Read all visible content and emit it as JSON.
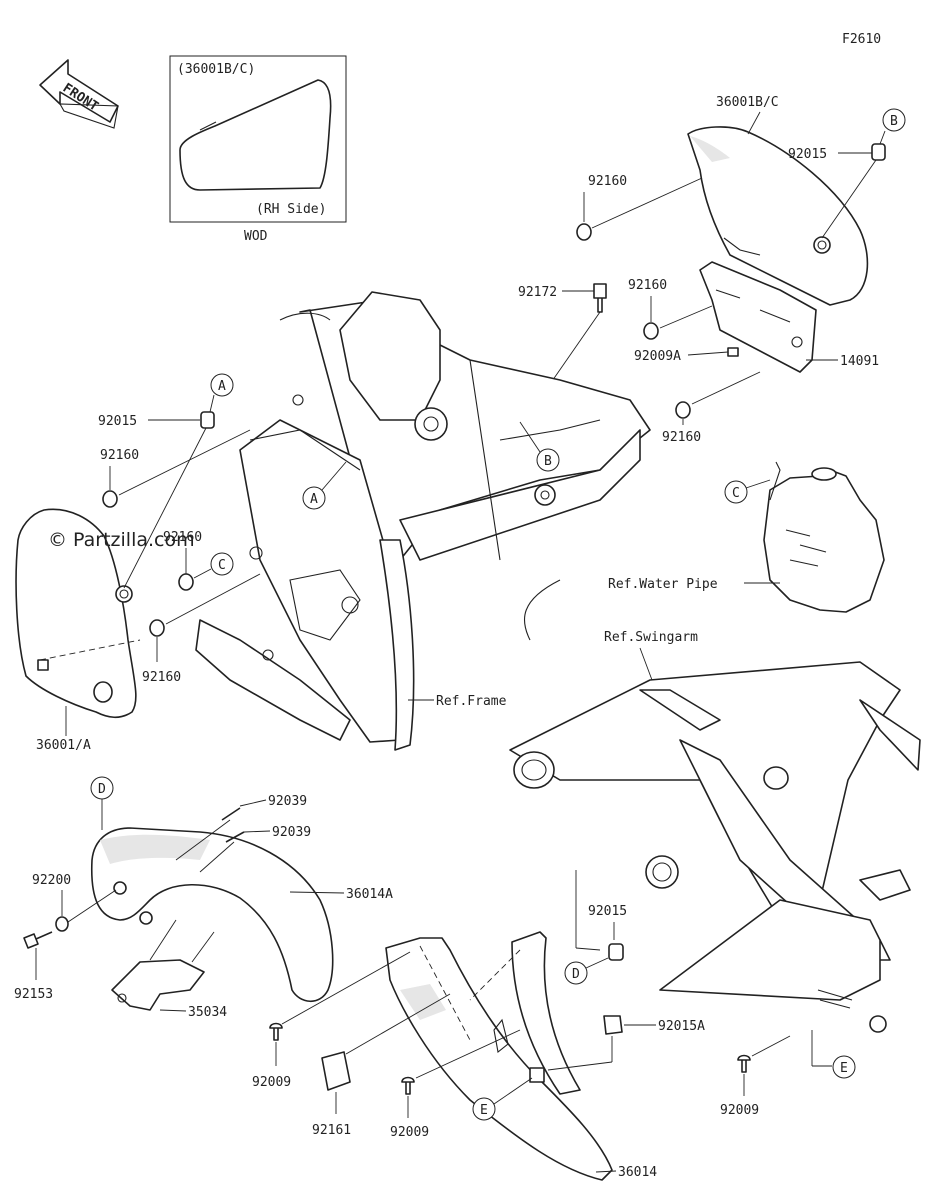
{
  "figure_code": "F2610",
  "front_arrow_text": "FRONT",
  "watermark": "© Partzilla.com",
  "inset": {
    "caption_top": "(36001B/C)",
    "caption_bottom": "(RH Side)",
    "below": "WOD"
  },
  "part_labels": {
    "p36001bc": "36001B/C",
    "p92015_top": "92015",
    "p92160_top": "92160",
    "p92172": "92172",
    "p92160_mid": "92160",
    "p92009a": "92009A",
    "p14091": "14091",
    "p92160_right": "92160",
    "p92015_left": "92015",
    "p92160_left1": "92160",
    "p92160_left2": "92160",
    "p92160_left3": "92160",
    "p36001a": "36001/A",
    "p92039_1": "92039",
    "p92039_2": "92039",
    "p92200": "92200",
    "p36014a": "36014A",
    "p92153": "92153",
    "p35034": "35034",
    "p92015_low": "92015",
    "p92015a": "92015A",
    "p92009_1": "92009",
    "p92009_2": "92009",
    "p92009_3": "92009",
    "p92161": "92161",
    "p36014": "36014"
  },
  "ref_labels": {
    "water_pipe": "Ref.Water Pipe",
    "swingarm": "Ref.Swingarm",
    "frame": "Ref.Frame"
  },
  "callouts": {
    "A1": "A",
    "A2": "A",
    "B1": "B",
    "B2": "B",
    "C1": "C",
    "C2": "C",
    "D1": "D",
    "D2": "D",
    "E1": "E",
    "E2": "E"
  }
}
